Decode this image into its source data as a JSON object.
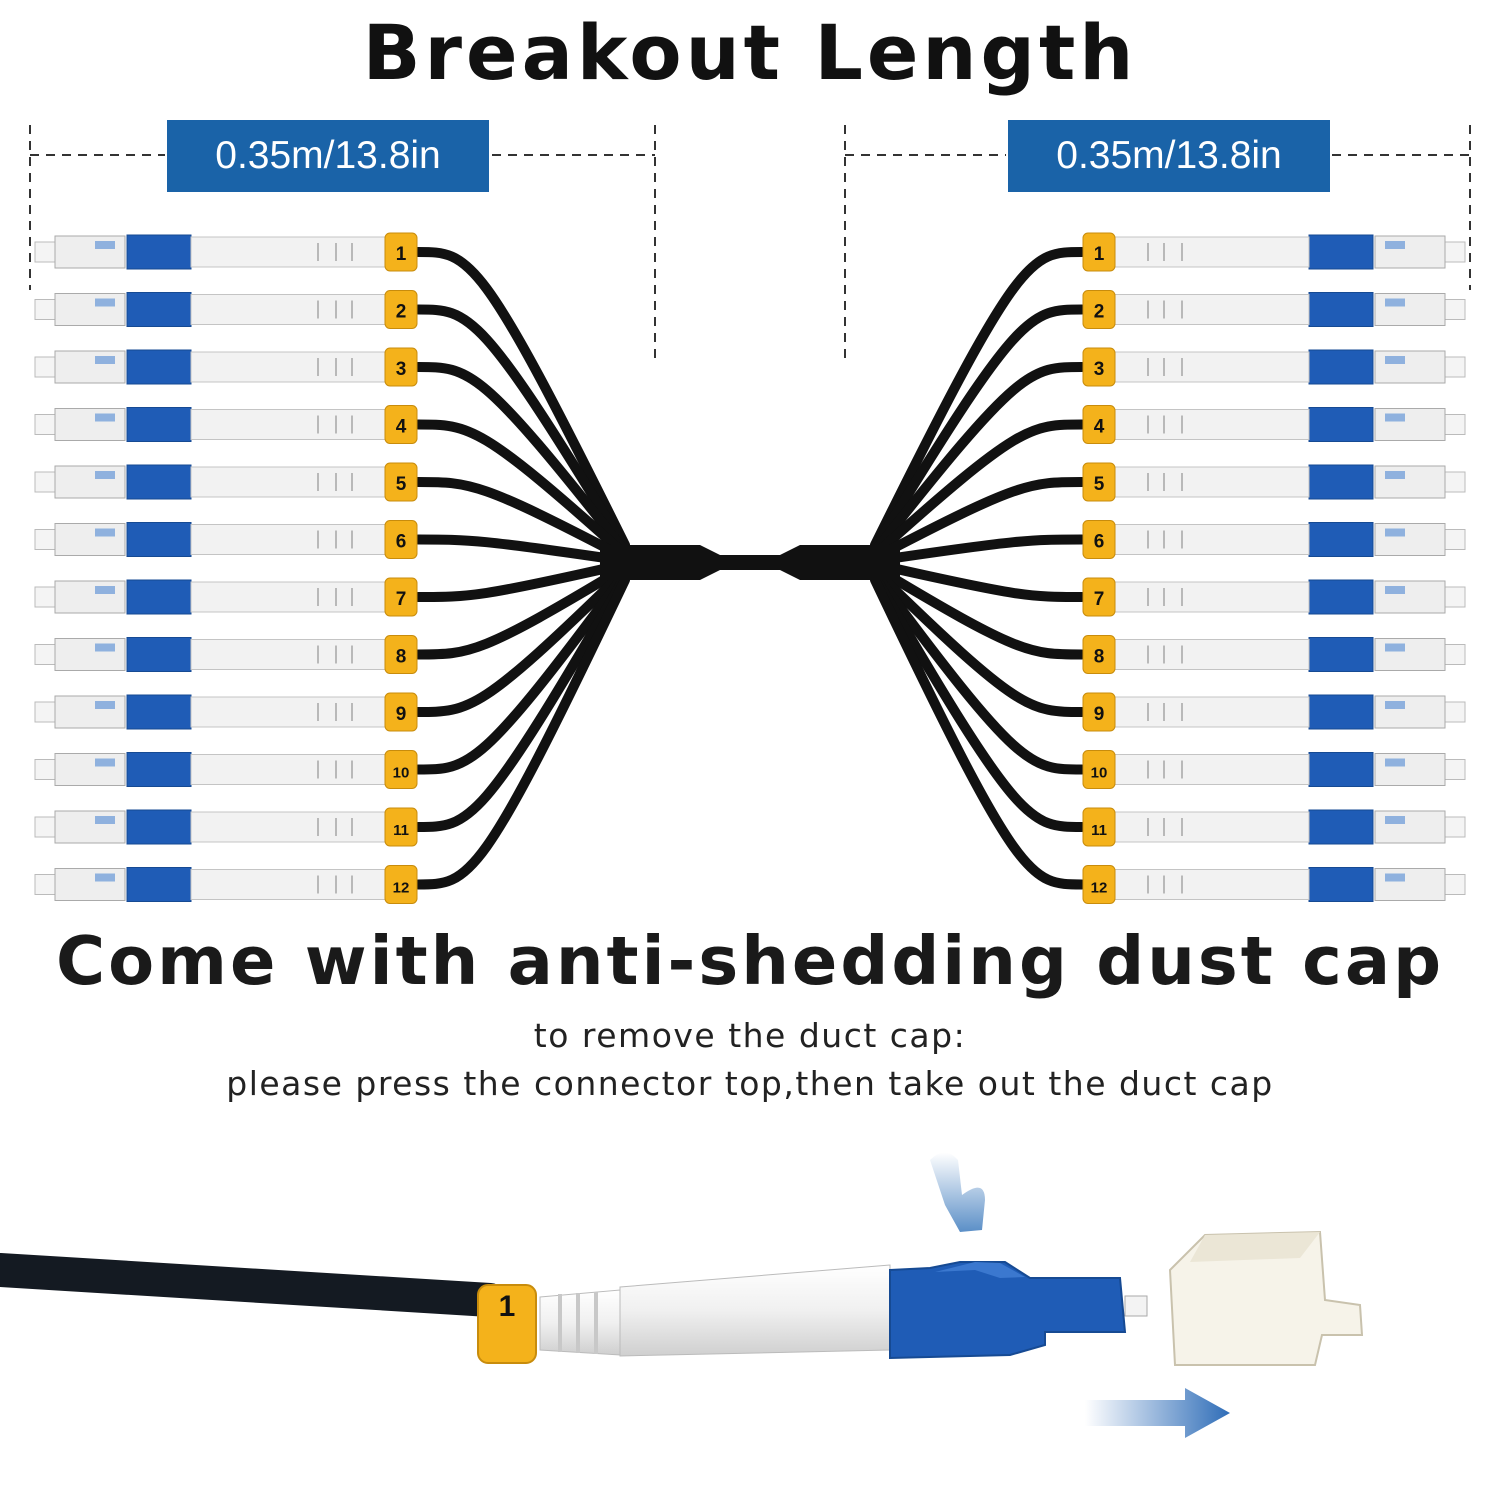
{
  "title": "Breakout Length",
  "left_breakout": {
    "label": "0.35m/13.8in"
  },
  "right_breakout": {
    "label": "0.35m/13.8in"
  },
  "connectors": {
    "left_labels": [
      "1",
      "2",
      "3",
      "4",
      "5",
      "6",
      "7",
      "8",
      "9",
      "10",
      "11",
      "12"
    ],
    "right_labels": [
      "1",
      "2",
      "3",
      "4",
      "5",
      "6",
      "7",
      "8",
      "9",
      "10",
      "11",
      "12"
    ]
  },
  "headline": "Come with anti-shedding dust cap",
  "instructions": {
    "line1": "to remove the duct cap:",
    "line2": "please press the connector top,then take out the duct cap"
  },
  "detail": {
    "connector_label": "1"
  },
  "colors": {
    "label_blue": "#1a63a8",
    "connector_blue": "#1f5cb6",
    "tag_yellow": "#f4b21b",
    "cable_black": "#111111",
    "body_white": "#f2f2f2"
  },
  "icons": [
    "press-finger-icon",
    "pull-arrow-icon"
  ]
}
